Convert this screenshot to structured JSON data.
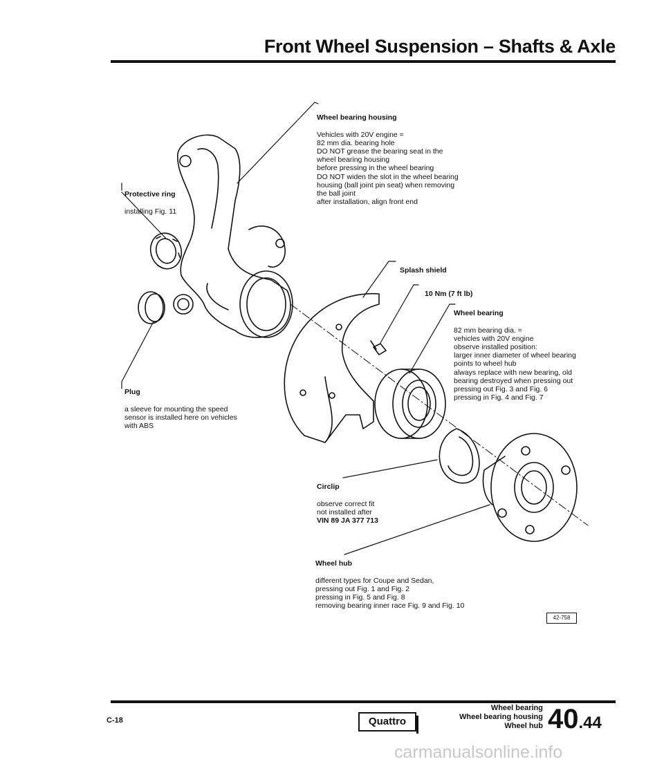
{
  "header": {
    "title": "Front Wheel Suspension – Shafts & Axle"
  },
  "callouts": {
    "wheel_bearing_housing": {
      "title": "Wheel bearing housing",
      "text": "Vehicles with 20V engine =\n82 mm dia. bearing hole\nDO NOT grease the bearing seat in the\nwheel bearing housing\nbefore pressing in the wheel bearing\nDO NOT widen the slot in the wheel bearing\nhousing (ball joint pin seat) when removing\nthe ball joint\nafter installation, align front end"
    },
    "protective_ring": {
      "title": "Protective ring",
      "text": "installing Fig. 11"
    },
    "splash_shield": {
      "title": "Splash shield"
    },
    "torque": {
      "title": "10 Nm (7 ft lb)"
    },
    "wheel_bearing": {
      "title": "Wheel bearing",
      "text": "82 mm bearing dia. =\nvehicles with 20V engine\nobserve installed position:\nlarger inner diameter of wheel bearing\npoints to wheel hub\nalways replace with new bearing, old\nbearing destroyed when pressing out\npressing out  Fig. 3 and Fig. 6\npressing in  Fig. 4 and Fig. 7"
    },
    "plug": {
      "title": "Plug",
      "text": "a sleeve for mounting the speed\nsensor is installed here on vehicles\nwith ABS"
    },
    "circlip": {
      "title": "Circlip",
      "text": "observe correct fit\nnot installed after",
      "vin": "VIN 89 JA 377 713"
    },
    "wheel_hub": {
      "title": "Wheel hub",
      "text": "different types for Coupe and Sedan,\npressing out  Fig. 1 and Fig. 2\npressing in  Fig. 5 and Fig. 8\nremoving bearing inner race  Fig. 9 and Fig. 10"
    }
  },
  "figure_ref": "42-758",
  "footer": {
    "page": "C-18",
    "badge": "Quattro",
    "topics": [
      "Wheel bearing",
      "Wheel bearing housing",
      "Wheel hub"
    ],
    "section": "40",
    "subsection": ".44"
  },
  "watermark": "carmanualsonline.info"
}
